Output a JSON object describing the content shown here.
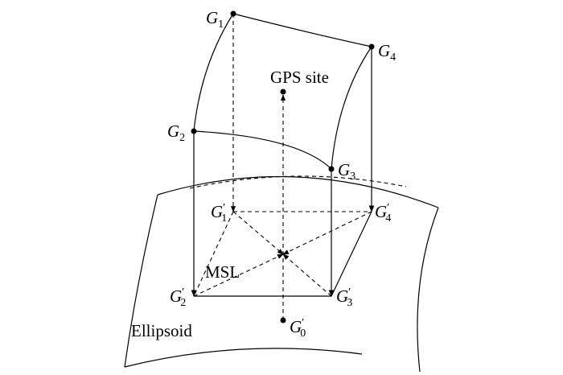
{
  "labels": {
    "gps_site": "GPS site",
    "msl": "MSL",
    "ellipsoid": "Ellipsoid"
  },
  "points": {
    "g1": {
      "letter": "G",
      "sub": "1"
    },
    "g2": {
      "letter": "G",
      "sub": "2"
    },
    "g3": {
      "letter": "G",
      "sub": "3"
    },
    "g4": {
      "letter": "G",
      "sub": "4"
    },
    "g1p": {
      "letter": "G",
      "prime": "′",
      "sub": "1"
    },
    "g2p": {
      "letter": "G",
      "prime": "′",
      "sub": "2"
    },
    "g3p": {
      "letter": "G",
      "prime": "′",
      "sub": "3"
    },
    "g4p": {
      "letter": "G",
      "prime": "′",
      "sub": "4"
    },
    "g0p": {
      "letter": "G",
      "prime": "′",
      "sub": "0"
    }
  }
}
